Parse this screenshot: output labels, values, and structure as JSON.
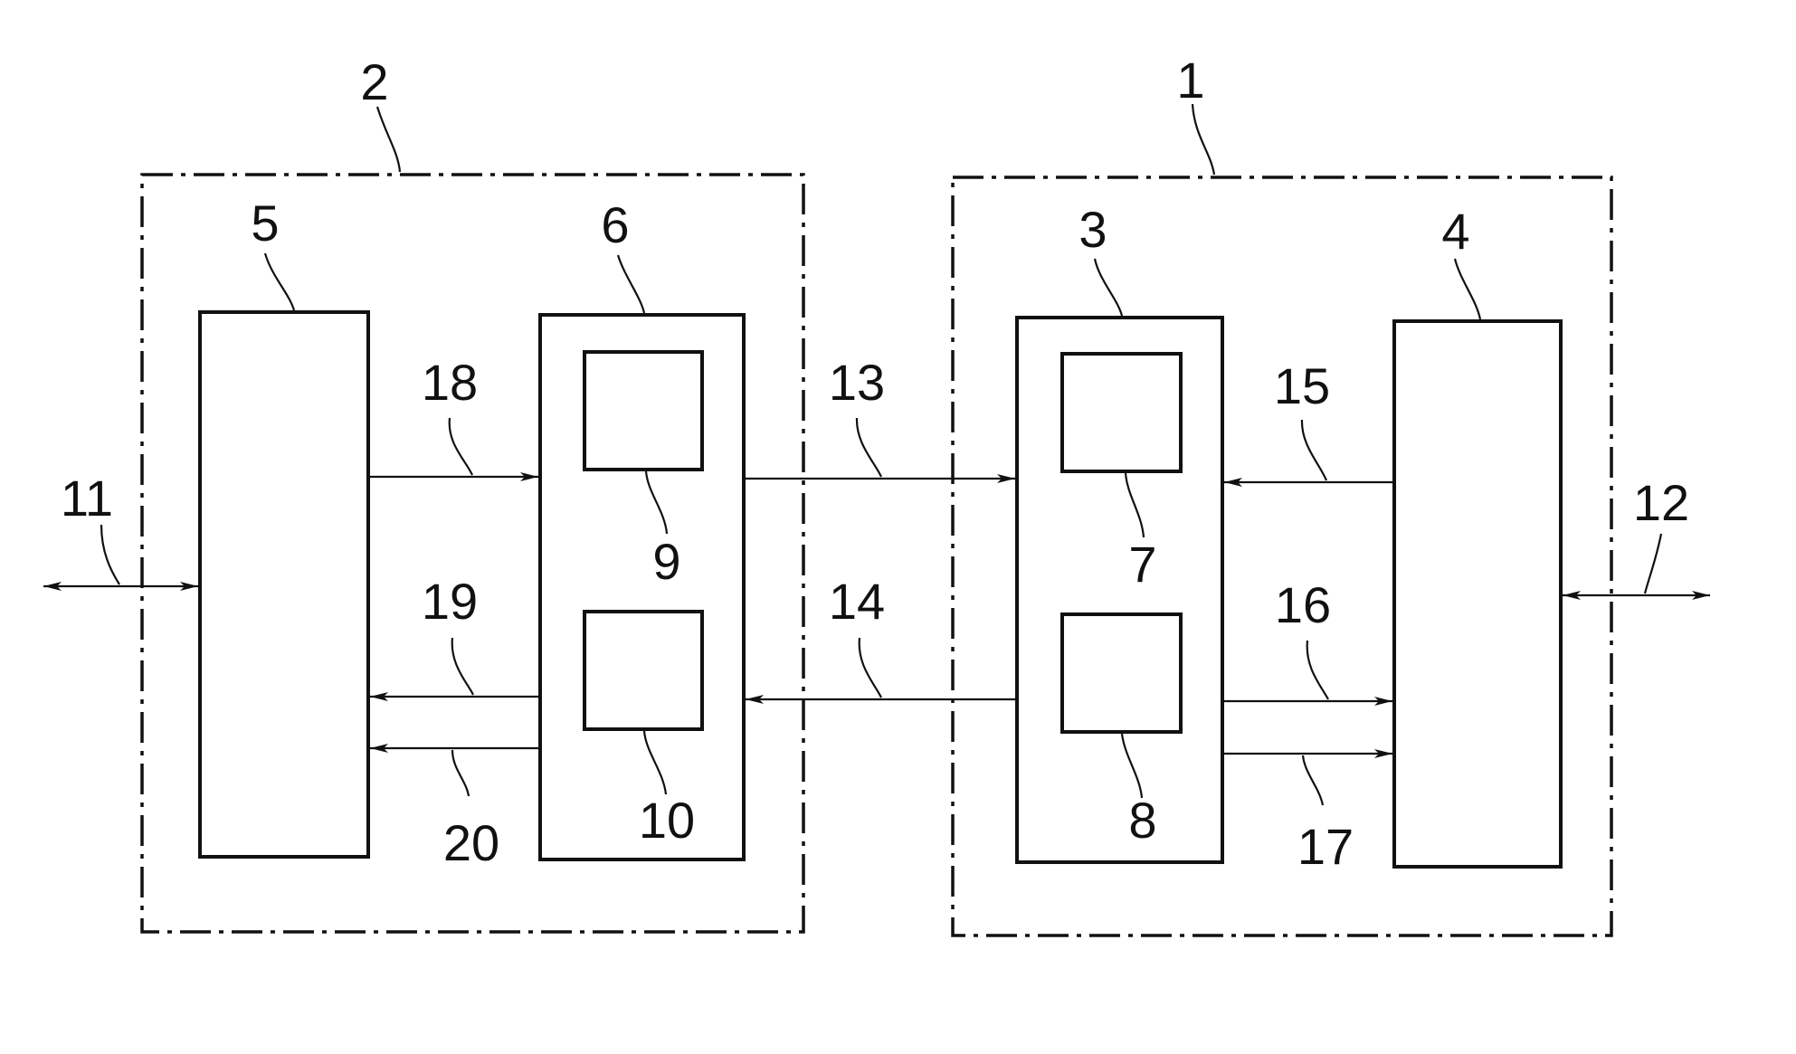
{
  "figure": {
    "refs": {
      "r1": "1",
      "r2": "2",
      "r3": "3",
      "r4": "4",
      "r5": "5",
      "r6": "6",
      "r7": "7",
      "r8": "8",
      "r9": "9",
      "r10": "10",
      "r11": "11",
      "r12": "12",
      "r13": "13",
      "r14": "14",
      "r15": "15",
      "r16": "16",
      "r17": "17",
      "r18": "18",
      "r19": "19",
      "r20": "20"
    }
  }
}
